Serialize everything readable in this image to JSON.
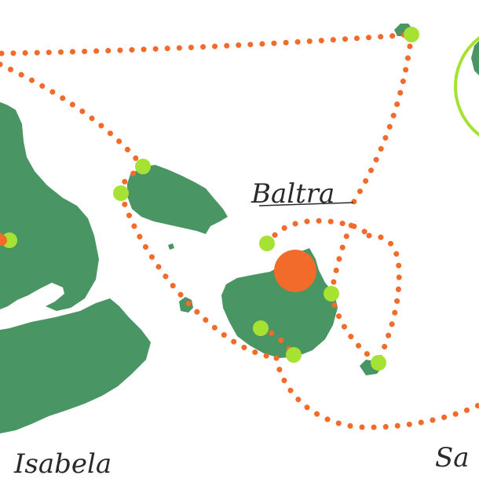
{
  "map": {
    "labels": {
      "baltra": "Baltra",
      "isabela": "Isabela",
      "santa_cruz_partial": "Sa"
    },
    "colors": {
      "island": "#3f8f5c",
      "island_light": "#5aa676",
      "route": "#f26b2a",
      "stop": "#a6e234",
      "highlight_ring": "#a6e234",
      "text": "#2a2a2a"
    },
    "icons": {
      "stop_marker": "green-dot",
      "current_location": "orange-dot"
    }
  }
}
